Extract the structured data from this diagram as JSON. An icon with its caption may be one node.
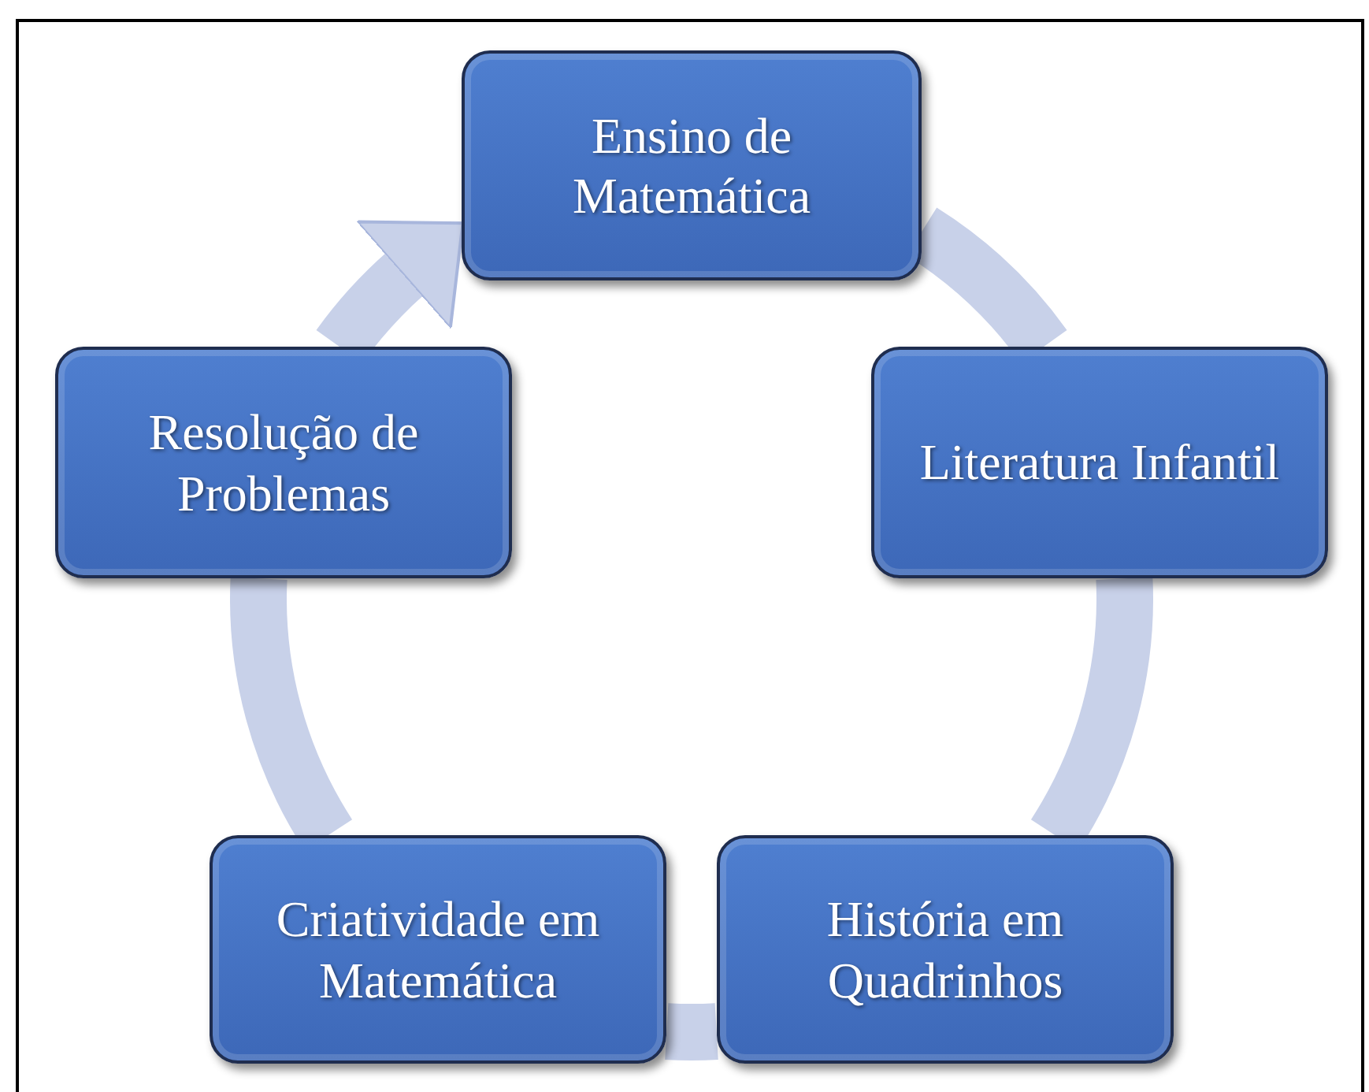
{
  "diagram": {
    "nodes": [
      {
        "text": [
          "Ensino de Matemática"
        ]
      },
      {
        "text": [
          "Literatura Infantil"
        ]
      },
      {
        "text": [
          "História em Quadrinhos"
        ]
      },
      {
        "text": [
          "Criatividade em Matemática"
        ]
      },
      {
        "text": [
          "Resolução de Problemas"
        ]
      }
    ],
    "edges": [
      {
        "from": 0,
        "to": 1,
        "arrow": "none"
      },
      {
        "from": 1,
        "to": 2,
        "arrow": "none"
      },
      {
        "from": 2,
        "to": 3,
        "arrow": "none"
      },
      {
        "from": 3,
        "to": 4,
        "arrow": "none"
      },
      {
        "from": 4,
        "to": 0,
        "arrow": "to"
      }
    ]
  }
}
